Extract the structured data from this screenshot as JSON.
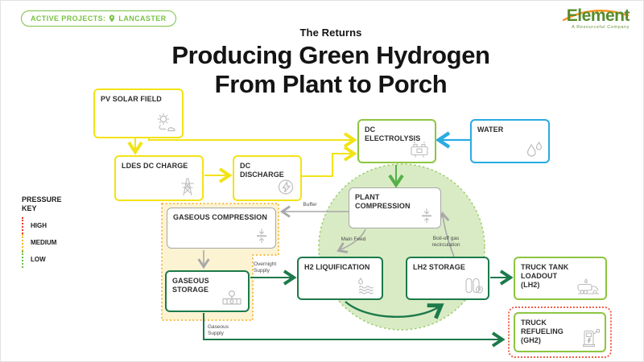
{
  "badge": {
    "label": "ACTIVE PROJECTS:",
    "location": "LANCASTER",
    "icon": "map-pin-icon"
  },
  "logo": {
    "brand": "Element",
    "tagline": "A Resourceful Company"
  },
  "header": {
    "kicker": "The Returns",
    "title_line1": "Producing Green Hydrogen",
    "title_line2": "From Plant to Porch"
  },
  "pressure_key": {
    "title": "PRESSURE KEY",
    "items": [
      {
        "label": "HIGH",
        "color": "#e2392b"
      },
      {
        "label": "MEDIUM",
        "color": "#f0bc1f"
      },
      {
        "label": "LOW",
        "color": "#67bd47"
      }
    ]
  },
  "nodes": {
    "pv_solar_field": {
      "label": "PV SOLAR FIELD",
      "icon": "sun-icon"
    },
    "ldes_dc_charge": {
      "label": "LDES DC CHARGE",
      "icon": "transmission-tower-icon"
    },
    "dc_discharge": {
      "label": "DC DISCHARGE",
      "icon": "lightning-bolt-icon"
    },
    "dc_electrolysis": {
      "label": "DC ELECTROLYSIS",
      "icon": "electrolyzer-icon"
    },
    "water": {
      "label": "WATER",
      "icon": "water-drops-icon"
    },
    "plant_compression": {
      "label": "PLANT COMPRESSION",
      "icon": "compressor-icon"
    },
    "gaseous_compression": {
      "label": "GASEOUS COMPRESSION",
      "icon": "compressor-icon"
    },
    "gaseous_storage": {
      "label": "GASEOUS STORAGE",
      "icon": "valve-icon"
    },
    "h2_liquification": {
      "label": "H2 LIQUIFICATION",
      "icon": "liquid-waves-icon"
    },
    "lh2_storage": {
      "label": "LH2 STORAGE",
      "icon": "storage-tanks-icon"
    },
    "truck_tank_loadout": {
      "label": "TRUCK TANK LOADOUT (LH2)",
      "icon": "tanker-truck-icon"
    },
    "truck_refueling": {
      "label": "TRUCK REFUELING (GH2)",
      "icon": "fuel-pump-icon"
    }
  },
  "flow_labels": {
    "buffer": "Buffer",
    "main_feed": "Main Feed",
    "boil_off": "Boil-off gas recirculation",
    "overnight_supply": "Overnight Supply",
    "gaseous_supply": "Gaseous Supply"
  },
  "colors": {
    "solar_yellow": "#f2e317",
    "water_blue": "#29abe2",
    "light_green": "#8cc63f",
    "medium_green": "#56b04a",
    "dark_green": "#1c7a4a",
    "gray": "#a8a8a8",
    "buffer_zone_orange": "#f3b73a",
    "buffer_zone_fill": "#fcf3d3",
    "refueling_red": "#f2604a",
    "plant_circle_fill": "#d9ebc4",
    "badge_green": "#7ac143",
    "logo_arc_orange": "#f7941e"
  }
}
